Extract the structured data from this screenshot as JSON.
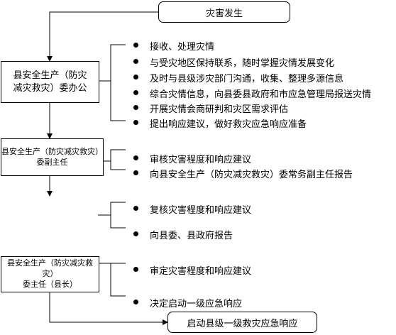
{
  "start": "灾害发生",
  "end": "启动县级一级救灾应急响应",
  "nodes": {
    "office": {
      "line1": "县安全生产（防灾",
      "line2": "减灾救灾）委办公"
    },
    "deputy": {
      "line1": "县安全生产（防灾减灾救灾）",
      "line2": "委副主任"
    },
    "director": {
      "line1": "县安全生产（防灾减灾救灾）",
      "line2": "委主任（县长）"
    }
  },
  "office_tasks": [
    "接收、处理灾情",
    "与受灾地区保持联系，随时掌握灾情发展变化",
    "及时与县级涉灾部门沟通，收集、整理多源信息",
    "综合灾情信息，向县委县政府和市应急管理局报送灾情",
    "开展灾情会商研判和灾区需求评估",
    "提出响应建议，做好救灾应急响应准备"
  ],
  "deputy_tasks": [
    "审核灾害程度和响应建议",
    "向县安全生产（防灾减灾救灾）委常务副主任报告"
  ],
  "review_tasks": [
    "复核灾害程度和响应建议",
    "向县委、县政府报告"
  ],
  "director_tasks": [
    "审定灾害程度和响应建议",
    "决定启动一级应急响应"
  ]
}
